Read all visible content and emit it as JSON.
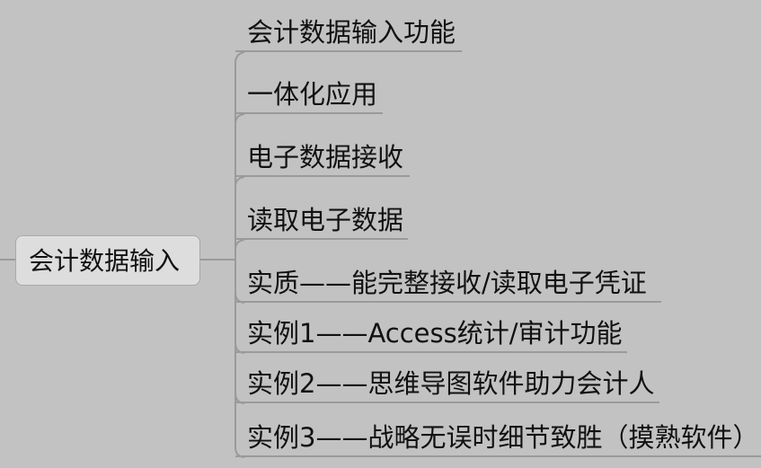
{
  "root": {
    "label": "会计数据输入"
  },
  "branches": [
    {
      "label": "会计数据输入功能"
    },
    {
      "label": "一体化应用"
    },
    {
      "label": "电子数据接收"
    },
    {
      "label": "读取电子数据"
    },
    {
      "label": "实质——能完整接收/读取电子凭证"
    },
    {
      "label": "实例1——Access统计/审计功能"
    },
    {
      "label": "实例2——思维导图软件助力会计人"
    },
    {
      "label": "实例3——战略无误时细节致胜（摸熟软件）"
    }
  ],
  "colors": {
    "background": "#c2c2c2",
    "root_fill": "#dddddd",
    "line": "#9a9a9a",
    "text": "#111111"
  }
}
